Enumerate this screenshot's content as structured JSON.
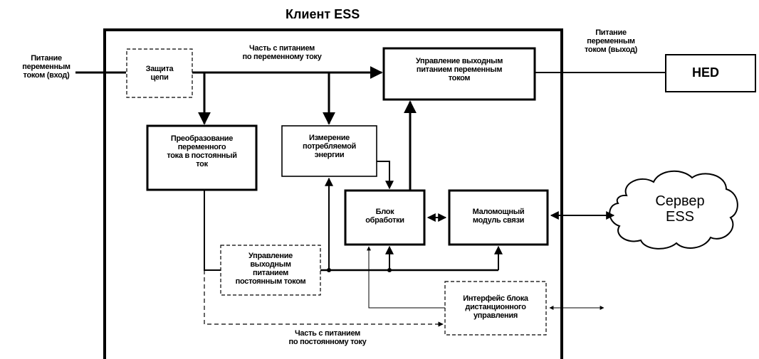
{
  "title": "Клиент ESS",
  "labels": {
    "ac_input": "Питание\nпеременным\nтоком (вход)",
    "ac_part": "Часть с питанием\nпо переменному току",
    "ac_output": "Питание\nпеременным\nтоком (выход)",
    "dc_part": "Часть с питанием\nпо постоянному току"
  },
  "blocks": {
    "circuit_protection": "Защита\nцепи",
    "ac_output_control": "Управление выходным\nпитанием переменным\nтоком",
    "ac_dc_converter": "Преобразование\nпеременного\nтока в постоянный\nток",
    "energy_measurement": "Измерение\nпотребляемой\nэнергии",
    "processing_unit": "Блок\nобработки",
    "low_power_comm": "Маломощный\nмодуль связи",
    "dc_output_control": "Управление\nвыходным\nпитанием\nпостоянным током",
    "remote_control_interface": "Интерфейс блока\nдистанционного\nуправления"
  },
  "hed": "HED",
  "server": "Сервер\nESS"
}
